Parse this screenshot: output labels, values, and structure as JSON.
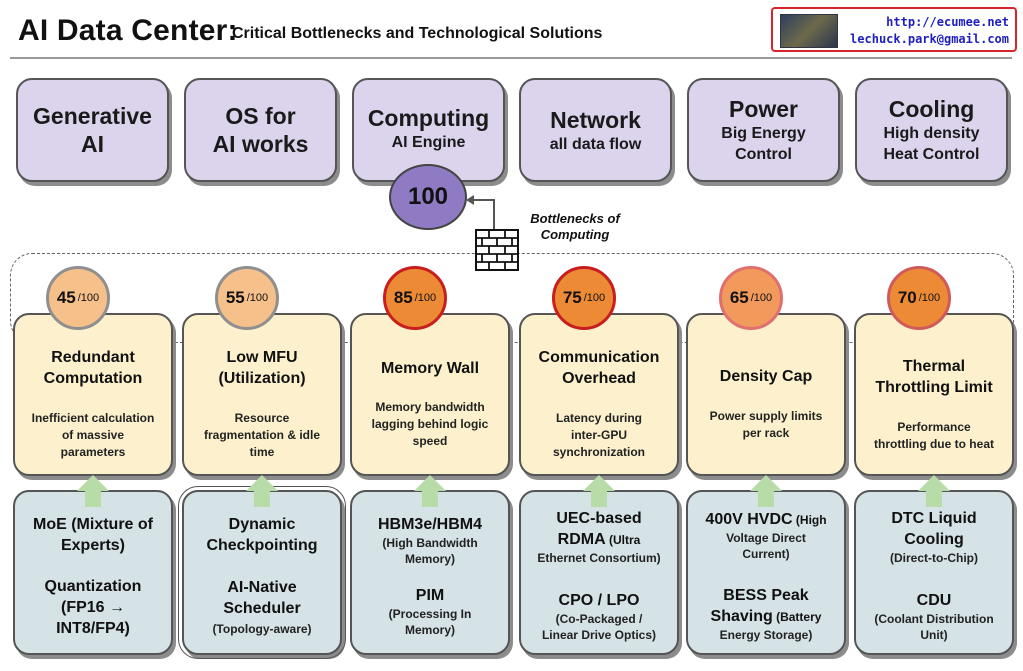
{
  "header": {
    "title": "AI Data Center:",
    "subtitle": "Critical Bottlenecks and Technological Solutions",
    "contact_url": "http://ecumee.net",
    "contact_email": "lechuck.park@gmail.com"
  },
  "categories": [
    {
      "line1": "Generative",
      "line2": "AI"
    },
    {
      "line1": "OS for",
      "line2": "AI works"
    },
    {
      "line1": "Computing",
      "line2": "AI Engine"
    },
    {
      "line1": "Network",
      "line2": "all data flow"
    },
    {
      "line1": "Power",
      "line2": "Big Energy",
      "line3": "Control"
    },
    {
      "line1": "Cooling",
      "line2": "High density",
      "line3": "Heat Control"
    }
  ],
  "computing_score": "100",
  "bottleneck_label": "Bottlenecks of Computing",
  "score_max": "/100",
  "problems": [
    {
      "score": "45",
      "score_value": 45,
      "fill": "#f6c08a",
      "ring": "#8f8f8f",
      "title1": "Redundant",
      "title2": "Computation",
      "desc": [
        "Inefficient calculation",
        "of massive",
        "parameters"
      ]
    },
    {
      "score": "55",
      "score_value": 55,
      "fill": "#f6c08a",
      "ring": "#8f8f8f",
      "title1": "Low MFU",
      "title2": "(Utilization)",
      "desc": [
        "Resource",
        "fragmentation & idle",
        "time"
      ]
    },
    {
      "score": "85",
      "score_value": 85,
      "fill": "#ed8a35",
      "ring": "#c81e1e",
      "title1": "Memory Wall",
      "title2": "",
      "desc": [
        "Memory bandwidth",
        "lagging behind logic",
        "speed"
      ]
    },
    {
      "score": "75",
      "score_value": 75,
      "fill": "#ed8a35",
      "ring": "#c81e1e",
      "title1": "Communication",
      "title2": "Overhead",
      "desc": [
        "Latency during",
        "inter-GPU",
        "synchronization"
      ]
    },
    {
      "score": "65",
      "score_value": 65,
      "fill": "#f29a5c",
      "ring": "#e07070",
      "title1": "Density Cap",
      "title2": "",
      "desc": [
        "Power supply limits",
        "per rack",
        ""
      ]
    },
    {
      "score": "70",
      "score_value": 70,
      "fill": "#ed8a35",
      "ring": "#d05a5a",
      "title1": "Thermal",
      "title2": "Throttling Limit",
      "desc": [
        "Performance",
        "throttling due to heat",
        ""
      ]
    }
  ],
  "solutions": [
    {
      "a": "MoE (Mixture of",
      "b": "Experts)",
      "c": "Quantization",
      "d": "(FP16 →",
      "e": "INT8/FP4)"
    },
    {
      "a": "Dynamic",
      "b": "Checkpointing",
      "c": "AI-Native",
      "d": "Scheduler",
      "e": "(Topology-aware)"
    },
    {
      "a": "HBM3e/HBM4",
      "b": "(High Bandwidth",
      "c": "Memory)",
      "d": "PIM",
      "e": "(Processing In",
      "f": "Memory)"
    },
    {
      "a": "UEC-based",
      "b": "RDMA",
      "b2": " (Ultra",
      "c": "Ethernet Consortium)",
      "d": "CPO / LPO",
      "e": "(Co-Packaged /",
      "f": "Linear Drive Optics)"
    },
    {
      "a": "400V HVDC",
      "a2": " (High",
      "b": "Voltage Direct",
      "c": "Current)",
      "d": "BESS Peak",
      "e": "Shaving",
      "e2": " (Battery",
      "f": "Energy Storage)"
    },
    {
      "a": "DTC Liquid",
      "b": "Cooling",
      "c": "(Direct-to-Chip)",
      "d": "CDU",
      "e": "(Coolant Distribution",
      "f": "Unit)"
    }
  ],
  "icons": {
    "brick_wall": "brick-wall-icon",
    "arrow": "up-arrow-icon",
    "connector": "connector-arrow-icon"
  },
  "colors": {
    "category_fill": "#dcd3ec",
    "problem_fill": "#fdf1cd",
    "solution_fill": "#d5e2e6",
    "arrow_fill": "#b8dca8",
    "computing_score_fill": "#8f7bc4"
  }
}
